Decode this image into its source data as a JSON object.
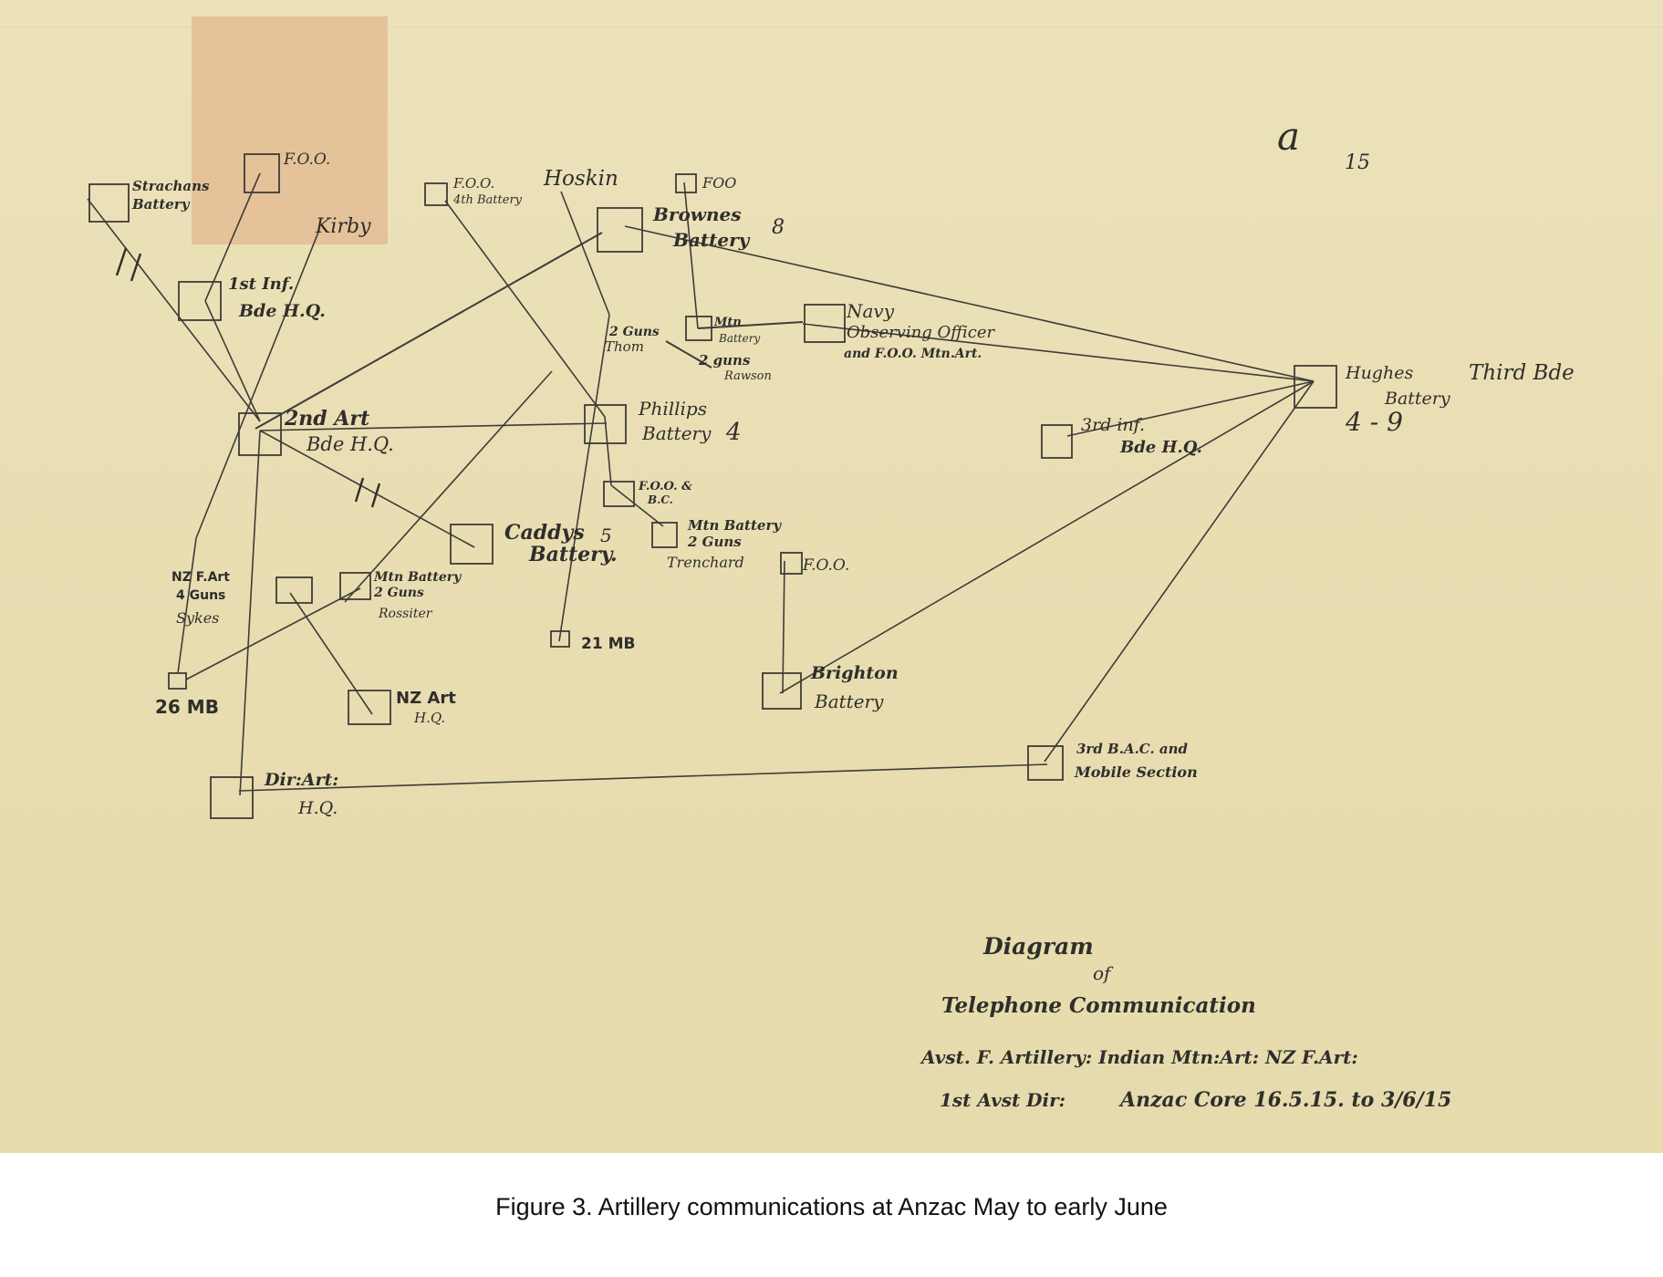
{
  "caption": "Figure 3. Artillery communications at Anzac May to early June",
  "sheet": {
    "corner_mark": "a",
    "corner_number": "15",
    "title": [
      "Diagram",
      "of",
      "Telephone Communication"
    ],
    "line1": "Avst. F. Artillery: Indian Mtn:Art: NZ F.Art:",
    "line2_a": "1st Avst Dir:",
    "line2_b": "Anzac Core 16.5.15. to 3/6/15"
  },
  "nodes": {
    "strachans": [
      "Strachans",
      "Battery"
    ],
    "foo_top": [
      "F.O.O."
    ],
    "inf1": [
      "1st Inf.",
      "Bde H.Q."
    ],
    "kirby": [
      "Kirby"
    ],
    "foo_4th": [
      "F.O.O.",
      "4th Battery"
    ],
    "hoskin": [
      "Hoskin"
    ],
    "foo_right": [
      "FOO"
    ],
    "brownes": [
      "Brownes",
      "Battery",
      "8"
    ],
    "thom": [
      "2 Guns",
      "Thom"
    ],
    "mtn_small": [
      "Mtn",
      "Battery"
    ],
    "rawson": [
      "2 guns",
      "Rawson"
    ],
    "navy": [
      "Navy",
      "Observing Officer",
      "and F.O.O. Mtn.Art."
    ],
    "hughes": [
      "Hughes",
      "Battery",
      "4 - 9"
    ],
    "third_bde": [
      "Third Bde"
    ],
    "art2": [
      "2nd Art",
      "Bde H.Q."
    ],
    "phillips": [
      "Phillips",
      "Battery",
      "4"
    ],
    "inf3": [
      "3rd inf.",
      "Bde H.Q."
    ],
    "foo_bc": [
      "F.O.O. &",
      "B.C."
    ],
    "caddys": [
      "Caddys",
      "Battery.",
      "5"
    ],
    "trenchard": [
      "Mtn Battery",
      "2 Guns",
      "Trenchard"
    ],
    "foo_mid": [
      "F.O.O."
    ],
    "nzfart": [
      "NZ F.Art",
      "4 Guns",
      "Sykes"
    ],
    "rossiter": [
      "Mtn Battery",
      "2 Guns",
      "Rossiter"
    ],
    "mb21": [
      "21 MB"
    ],
    "mb26": [
      "26 MB"
    ],
    "nzart": [
      "NZ Art",
      "H.Q."
    ],
    "brighton": [
      "Brighton",
      "Battery"
    ],
    "bac3": [
      "3rd B.A.C. and",
      "Mobile Section"
    ],
    "dirart": [
      "Dir:Art:",
      "H.Q."
    ],
    "tally_1": [
      "//"
    ],
    "tally_2": [
      "//"
    ]
  }
}
